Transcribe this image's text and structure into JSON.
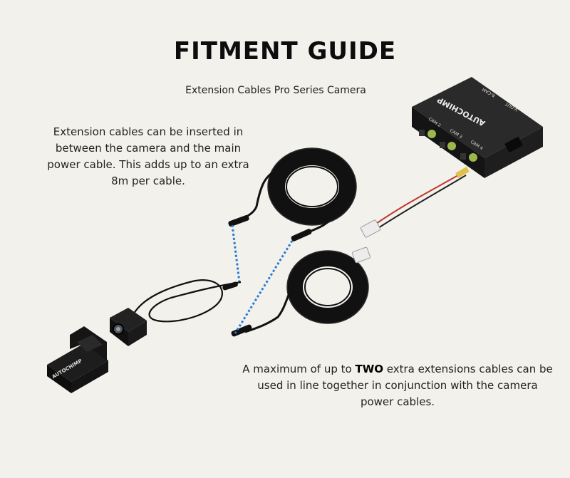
{
  "title": "FITMENT GUIDE",
  "subtitle": "Extension Cables Pro Series Camera",
  "note_left": "Extension cables can be inserted in between the camera and the main power cable. This adds up to an extra 8m per cable.",
  "note_right": {
    "before": "A maximum of up to ",
    "bold": "TWO",
    "after": " extra extensions cables can be used in line together in conjunction with the camera power cables."
  },
  "brand": "AUTOCHIMP",
  "hub_labels": {
    "cam2": "CAM 2",
    "cam3": "CAM 3",
    "cam4": "CAM 4",
    "vout": "V-OUT",
    "rcam": "R-CAM"
  },
  "colors": {
    "background": "#f2f1ec",
    "cable": "#111111",
    "dotted_link": "#2a7bd4",
    "power_red": "#c0392b",
    "lens_green": "#9bb84a"
  },
  "icons": [
    "camera-icon",
    "hub-box-icon",
    "cable-coil-icon",
    "mount-bracket-icon",
    "connector-icon"
  ]
}
